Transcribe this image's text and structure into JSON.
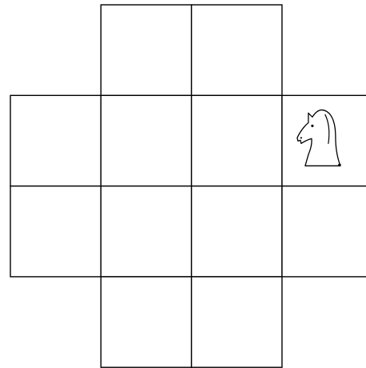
{
  "puzzle": {
    "board_shape": "cross",
    "grid": {
      "rows": 4,
      "cols": 4
    },
    "squares": [
      {
        "row": 0,
        "col": 1
      },
      {
        "row": 0,
        "col": 2
      },
      {
        "row": 1,
        "col": 0
      },
      {
        "row": 1,
        "col": 1
      },
      {
        "row": 1,
        "col": 2
      },
      {
        "row": 1,
        "col": 3
      },
      {
        "row": 2,
        "col": 0
      },
      {
        "row": 2,
        "col": 1
      },
      {
        "row": 2,
        "col": 2
      },
      {
        "row": 2,
        "col": 3
      },
      {
        "row": 3,
        "col": 1
      },
      {
        "row": 3,
        "col": 2
      }
    ],
    "pieces": [
      {
        "type": "knight",
        "color": "white",
        "row": 1,
        "col": 3
      }
    ],
    "colors": {
      "line": "#000000",
      "square": "#ffffff"
    }
  }
}
